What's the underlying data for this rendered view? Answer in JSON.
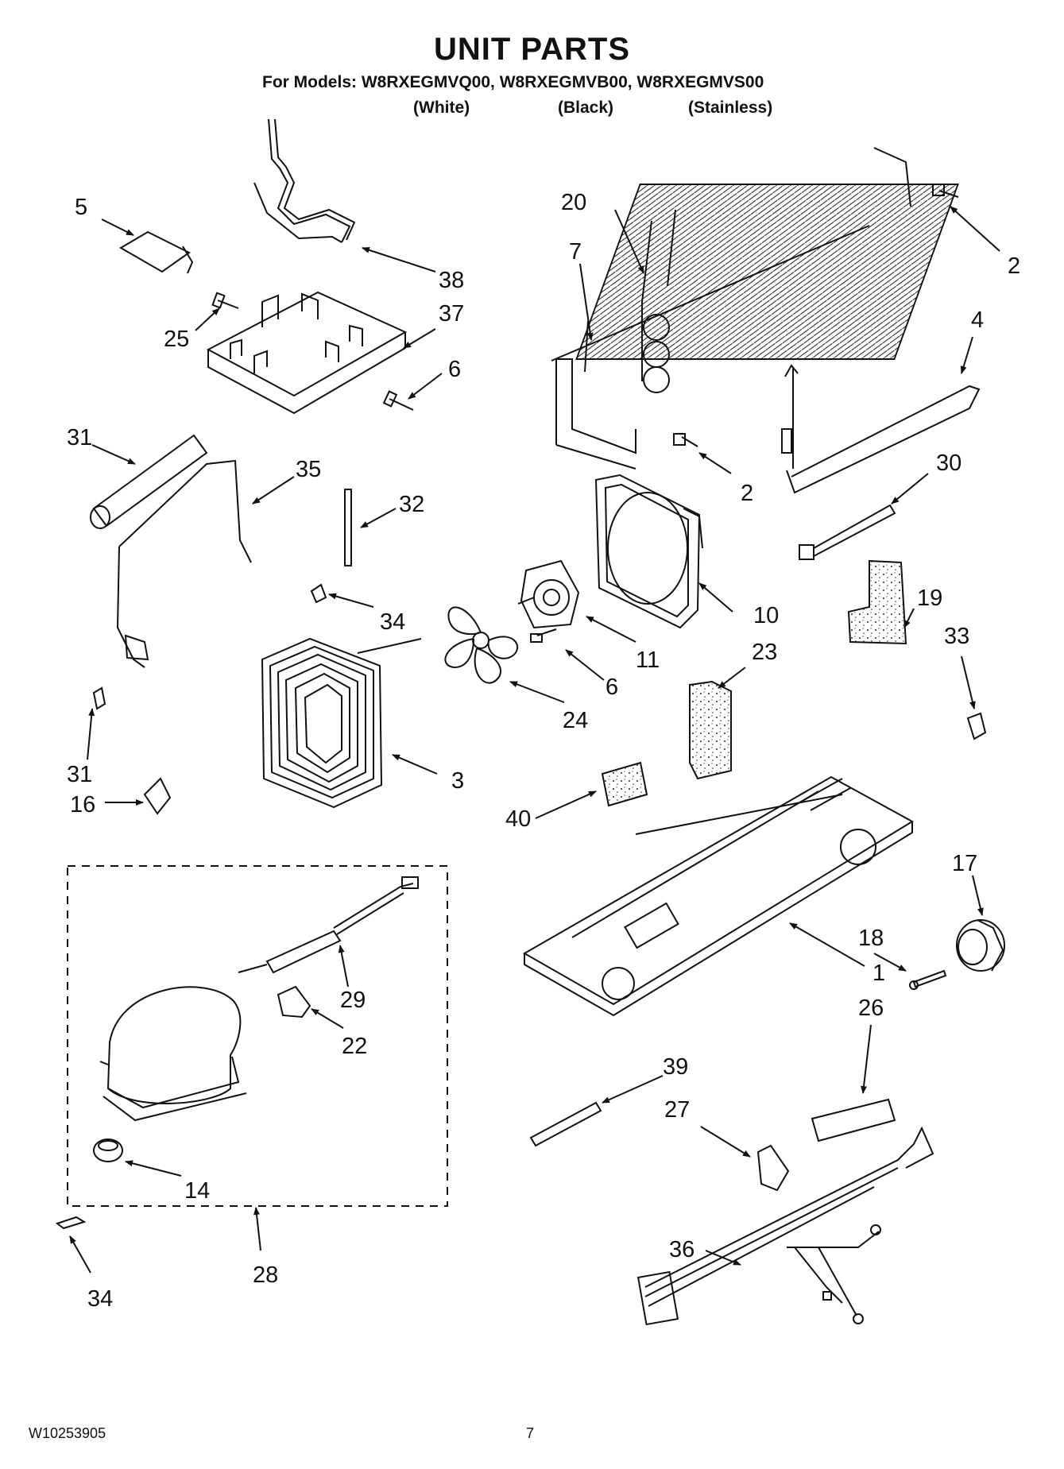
{
  "header": {
    "title": "UNIT PARTS",
    "models_line": "For Models: W8RXEGMVQ00, W8RXEGMVB00, W8RXEGMVS00",
    "variants": [
      "(White)",
      "(Black)",
      "(Stainless)"
    ]
  },
  "callouts": [
    "5",
    "38",
    "37",
    "25",
    "6",
    "31",
    "35",
    "32",
    "34",
    "31",
    "16",
    "3",
    "24",
    "6",
    "11",
    "10",
    "20",
    "7",
    "2",
    "4",
    "2",
    "30",
    "19",
    "33",
    "23",
    "40",
    "17",
    "18",
    "1",
    "26",
    "29",
    "22",
    "14",
    "28",
    "34",
    "39",
    "27",
    "36"
  ],
  "footer": {
    "doc_number": "W10253905",
    "page_number": "7"
  }
}
